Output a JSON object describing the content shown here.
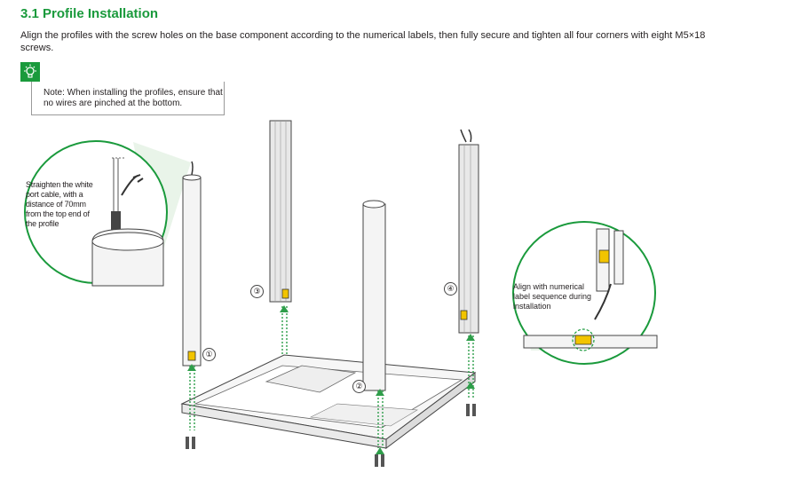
{
  "section": {
    "heading": "3.1 Profile Installation",
    "intro": "Align the profiles with the screw holes on the base component according to the numerical labels, then fully secure and tighten all four corners with eight M5×18 screws."
  },
  "tip": {
    "icon": "lightbulb-icon",
    "note": "Note: When installing the profiles, ensure that no wires are pinched at the bottom."
  },
  "callouts": {
    "left": "Straighten the white port cable, with a distance of 70mm from the top end of the profile",
    "right": "Align with numerical label sequence during installation"
  },
  "steps": {
    "one": "①",
    "two": "②",
    "three": "③",
    "four": "④"
  },
  "colors": {
    "accent": "#1a9a3c",
    "arrow": "#2e9e4a",
    "label": "#f2c400"
  }
}
